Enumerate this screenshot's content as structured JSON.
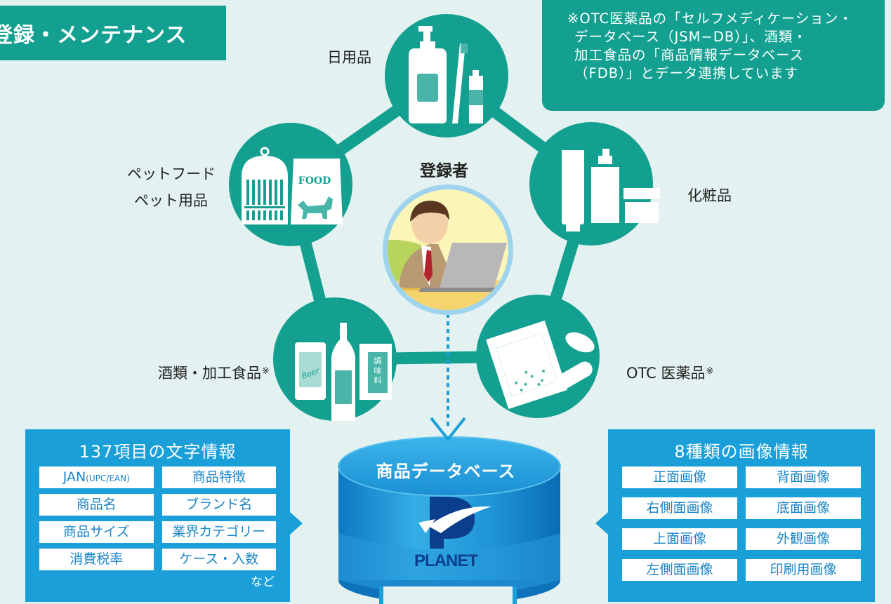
{
  "title": "登録・メンテナンス",
  "note": {
    "line1": "※OTC医薬品の「セルフメディケーション・",
    "line2": "データベース（JSM−DB）」、酒類・",
    "line3": "加工食品の「商品情報データベース",
    "line4": "（FDB）」とデータ連携しています"
  },
  "registrant": "登録者",
  "categories": {
    "daily": "日用品",
    "pet_line1": "ペットフード",
    "pet_line2": "ペット用品",
    "cosmetics": "化粧品",
    "alcohol": "酒類・加工食品",
    "otc": "OTC 医薬品",
    "note_mark": "※"
  },
  "icon_texts": {
    "food_bag": "FOOD",
    "can": "Beer",
    "seasoning": "調味料"
  },
  "database": {
    "label": "商品データベース",
    "logo_text": "PLANET"
  },
  "text_info": {
    "title": "137項目の文字情報",
    "items": [
      "JAN",
      "商品特徴",
      "商品名",
      "ブランド名",
      "商品サイズ",
      "業界カテゴリー",
      "消費税率",
      "ケース・入数"
    ],
    "jan_suffix": "(UPC/EAN)",
    "more": "など"
  },
  "image_info": {
    "title": "8種類の画像情報",
    "items": [
      "正面画像",
      "背面画像",
      "右側面画像",
      "底面画像",
      "上面画像",
      "外観画像",
      "左側面画像",
      "印刷用画像"
    ]
  },
  "colors": {
    "teal": "#14a090",
    "blue": "#1a9fd9",
    "background": "#e3f2f1"
  }
}
